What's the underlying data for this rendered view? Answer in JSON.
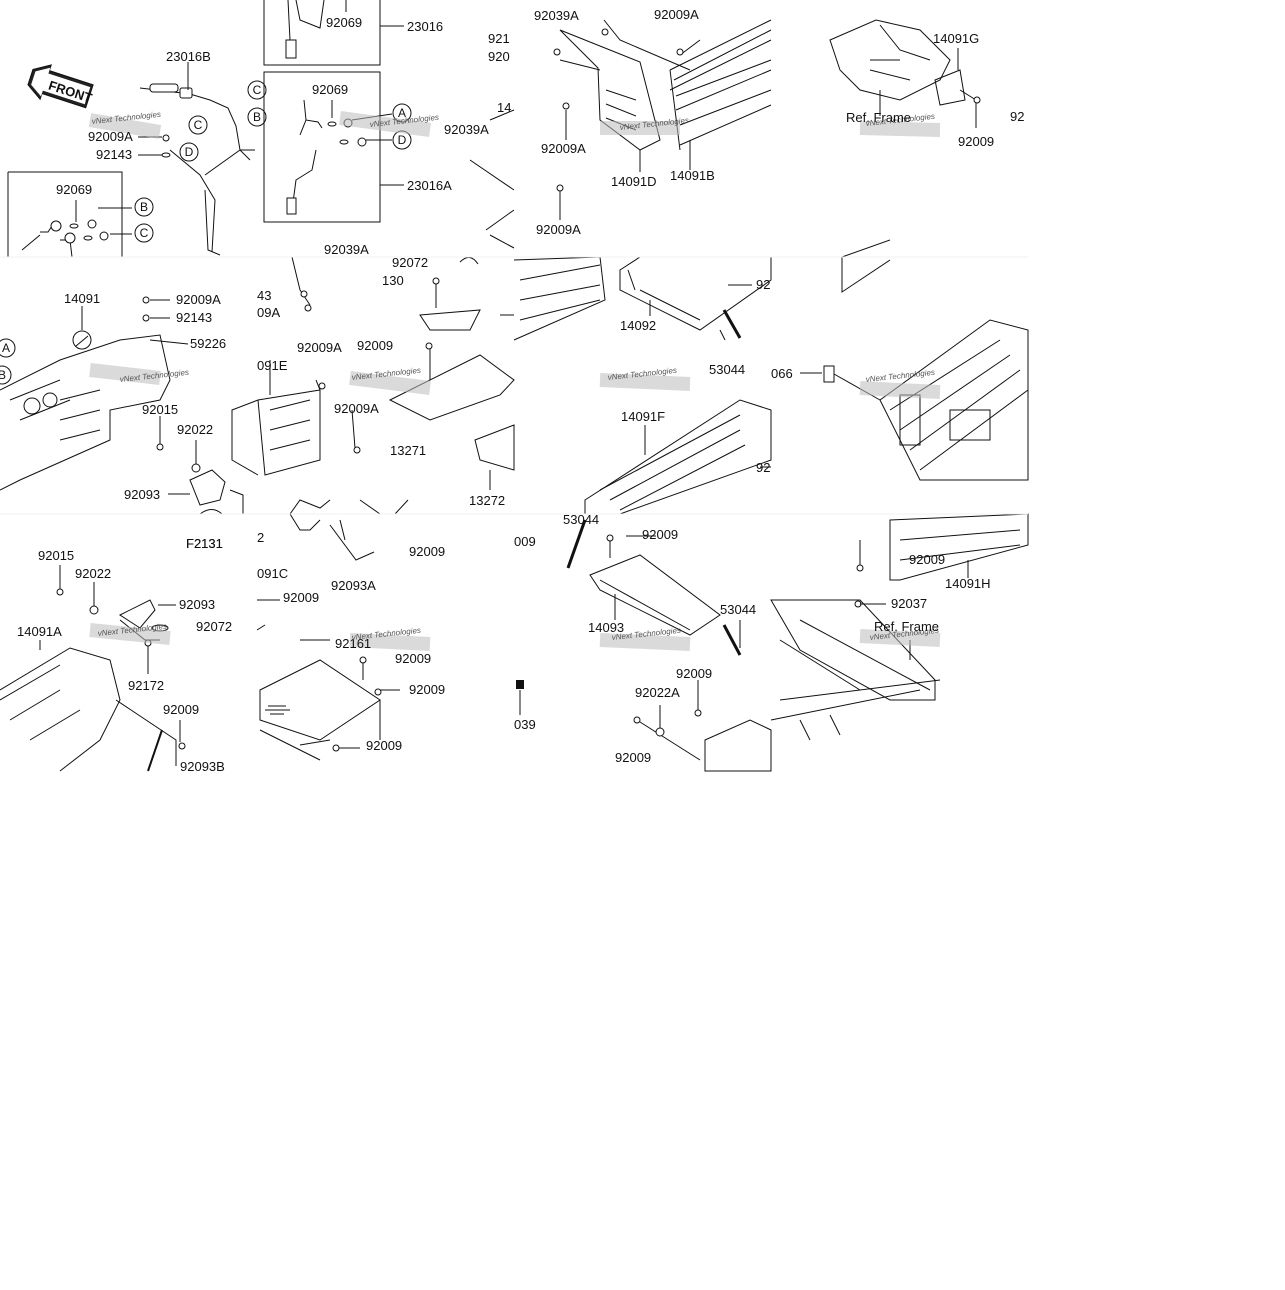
{
  "diagram": {
    "front_badge": "FRONT",
    "figure_code": "F2131",
    "ref_frame_label": "Ref. Frame",
    "watermark": "vNext Technologies",
    "circle_letters": [
      "A",
      "B",
      "C",
      "D"
    ],
    "part_labels": [
      "23016B",
      "92009A",
      "92143",
      "92069",
      "92069",
      "92069",
      "23016",
      "23016A",
      "92039A",
      "92009A",
      "92009A",
      "92009A",
      "14091D",
      "14091B",
      "92039A",
      "14091G",
      "92009",
      "14091",
      "92009A",
      "92143",
      "59226",
      "92015",
      "92022",
      "92093",
      "091E",
      "92009A",
      "92009A",
      "92039A",
      "92072",
      "130",
      "92009",
      "13271",
      "13272",
      "14092",
      "53044",
      "14091F",
      "066",
      "F2131",
      "92015",
      "92022",
      "92093",
      "92072",
      "14091A",
      "92172",
      "92009",
      "92093B",
      "091C",
      "92009",
      "92009",
      "92093A",
      "92161",
      "92009",
      "92009",
      "92009",
      "53044",
      "92009",
      "14093",
      "53044",
      "92009",
      "92022A",
      "92009",
      "92009",
      "14091H",
      "92037",
      "039",
      "009",
      "43",
      "09A",
      "921",
      "920",
      "92",
      "92",
      "92",
      "14",
      "2"
    ]
  }
}
